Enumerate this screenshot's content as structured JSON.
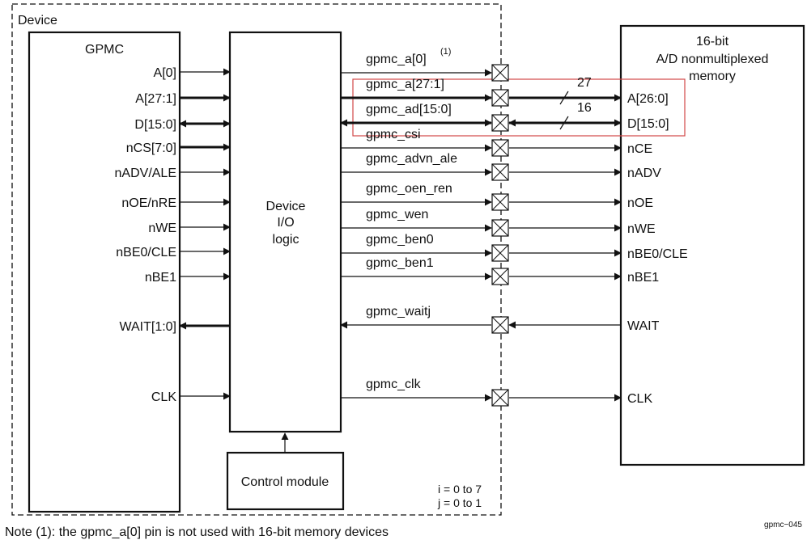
{
  "device_label": "Device",
  "gpmc_label": "GPMC",
  "io_logic": [
    "Device",
    "I/O",
    "logic"
  ],
  "control_module_label": "Control module",
  "memory_label": [
    "16-bit",
    "A/D nonmultiplexed",
    "memory"
  ],
  "gpmc_pins": [
    {
      "label": "A[0]",
      "dir": "out",
      "bus": false
    },
    {
      "label": "A[27:1]",
      "dir": "out",
      "bus": true
    },
    {
      "label": "D[15:0]",
      "dir": "bi",
      "bus": true
    },
    {
      "label": "nCS[7:0]",
      "dir": "out",
      "bus": true
    },
    {
      "label": "nADV/ALE",
      "dir": "out",
      "bus": false
    },
    {
      "label": "nOE/nRE",
      "dir": "out",
      "bus": false
    },
    {
      "label": "nWE",
      "dir": "out",
      "bus": false
    },
    {
      "label": "nBE0/CLE",
      "dir": "out",
      "bus": false
    },
    {
      "label": "nBE1",
      "dir": "out",
      "bus": false
    },
    {
      "label": "WAIT[1:0]",
      "dir": "in",
      "bus": true
    },
    {
      "label": "CLK",
      "dir": "out",
      "bus": false
    }
  ],
  "signals": [
    {
      "label": "gpmc_a[0]",
      "note": "(1)",
      "dir": "out",
      "mem": "",
      "bus": false
    },
    {
      "label": "gpmc_a[27:1]",
      "dir": "out",
      "mem": "A[26:0]",
      "bus": true,
      "width": "27"
    },
    {
      "label": "gpmc_ad[15:0]",
      "dir": "bi",
      "mem": "D[15:0]",
      "bus": true,
      "width": "16"
    },
    {
      "label": "gpmc_csi",
      "dir": "out",
      "mem": "nCE",
      "bus": false
    },
    {
      "label": "gpmc_advn_ale",
      "dir": "out",
      "mem": "nADV",
      "bus": false
    },
    {
      "label": "gpmc_oen_ren",
      "dir": "out",
      "mem": "nOE",
      "bus": false
    },
    {
      "label": "gpmc_wen",
      "dir": "out",
      "mem": "nWE",
      "bus": false
    },
    {
      "label": "gpmc_ben0",
      "dir": "out",
      "mem": "nBE0/CLE",
      "bus": false
    },
    {
      "label": "gpmc_ben1",
      "dir": "out",
      "mem": "nBE1",
      "bus": false
    },
    {
      "label": "gpmc_waitj",
      "dir": "in",
      "mem": "WAIT",
      "bus": false
    },
    {
      "label": "gpmc_clk",
      "dir": "out",
      "mem": "CLK",
      "bus": false
    }
  ],
  "index_notes": [
    "i = 0 to 7",
    "j = 0 to 1"
  ],
  "footnote": "Note (1): the gpmc_a[0] pin is not used with 16-bit memory devices",
  "figure_id": "gpmc−045"
}
